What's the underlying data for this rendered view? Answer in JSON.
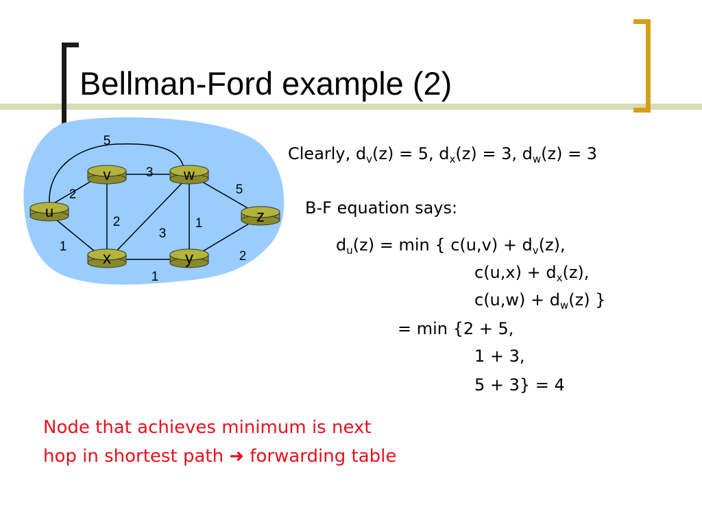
{
  "slide": {
    "title": "Bellman-Ford example (2)"
  },
  "graph": {
    "nodes": {
      "u": "u",
      "v": "v",
      "w": "w",
      "x": "x",
      "y": "y",
      "z": "z"
    },
    "edges": {
      "u_v": "2",
      "u_x": "1",
      "u_w": "5",
      "v_w": "3",
      "v_x": "2",
      "x_w": "3",
      "x_y": "1",
      "w_y": "1",
      "w_z": "5",
      "y_z": "2"
    }
  },
  "text": {
    "clearly": {
      "prefix": "Clearly, d",
      "s1": "v",
      "t1": "(z) = 5, d",
      "s2": "x",
      "t2": "(z) = 3, d",
      "s3": "w",
      "t3": "(z) = 3"
    },
    "bf_says": "B-F equation says:",
    "eq1": {
      "a": "d",
      "s1": "u",
      "b": "(z) = min { c(u,v) + d",
      "s2": "v",
      "c": "(z),"
    },
    "eq2": {
      "a": "c(u,x) + d",
      "s1": "x",
      "b": "(z),"
    },
    "eq3": {
      "a": "c(u,w) + d",
      "s1": "w",
      "b": "(z) }"
    },
    "eq4": "= min {2 + 5,",
    "eq5": "1 + 3,",
    "eq6": "5 + 3}  = 4",
    "note1": "Node that achieves minimum is next",
    "note2": "hop in shortest path ➜  forwarding table"
  },
  "colors": {
    "cloud": "#99ccff",
    "router": "#a8a832",
    "title_bar": "#d8dcb4",
    "bracket_right": "#d4a017",
    "note": "#e8101c"
  }
}
